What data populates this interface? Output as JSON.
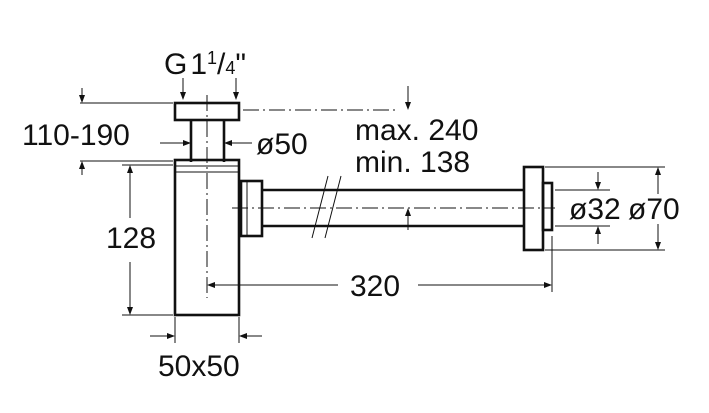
{
  "dimensions": {
    "thread": {
      "prefix": "G",
      "whole": "1",
      "num": "1",
      "slash": "/",
      "den": "4",
      "suffix": "\""
    },
    "height_range": "110-190",
    "pipe_dia_top": "ø50",
    "max_length": "max. 240",
    "min_length": "min. 138",
    "height_128": "128",
    "length_320": "320",
    "outlet_dia_32": "ø32",
    "flange_dia_70": "ø70",
    "body_size": "50x50"
  }
}
